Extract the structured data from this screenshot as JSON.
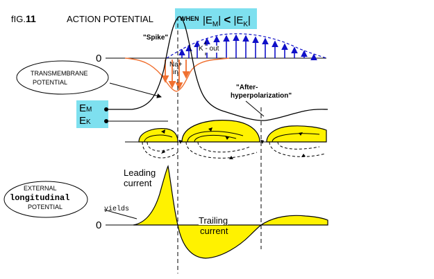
{
  "header": {
    "fig_prefix": "fIG.",
    "fig_number": "11",
    "title": "ACTION POTENTIAL",
    "condition_when": "WHEN",
    "condition_left": "|E",
    "condition_left_sub": "M",
    "condition_sep": "|",
    "condition_op": "<",
    "condition_right": "|E",
    "condition_right_sub": "K",
    "condition_end": "|"
  },
  "labels": {
    "spike": "\"Spike\"",
    "zero_top": "0",
    "na_in_line1": "Na+",
    "na_in_line2": "in",
    "k_out": "K - out",
    "transmembrane_line1": "TRANSMEMBRANE",
    "transmembrane_line2": "POTENTIAL",
    "after_line1": "\"After-",
    "after_line2": "hyperpolarization\"",
    "em": "E",
    "em_sub": "M",
    "ek": "E",
    "ek_sub": "K",
    "leading_line1": "Leading",
    "leading_line2": "current",
    "external_line1": "EXTERNAL",
    "external_line2": "longitudinal",
    "external_line3": "POTENTIAL",
    "yields": "yields",
    "zero_bottom": "0",
    "trailing_line1": "Trailing",
    "trailing_line2": "current"
  },
  "colors": {
    "cyan_box": "#7ee0ef",
    "yellow_fill": "#fff200",
    "na_arrows": "#f07030",
    "k_arrows": "#1010c8",
    "line": "#000000"
  }
}
